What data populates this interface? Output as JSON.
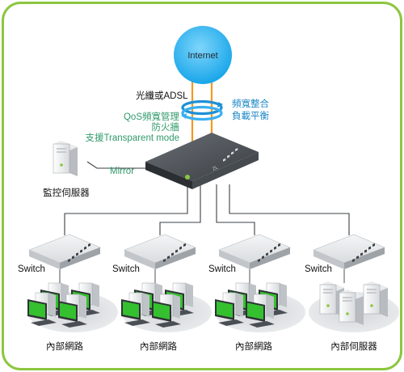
{
  "internet_label": "Internet",
  "link_label": "光纖或ADSL",
  "features": [
    "QoS頻寬管理",
    "防火牆",
    "支援Transparent mode"
  ],
  "balancing": [
    "頻寬整合",
    "負載平衡"
  ],
  "mirror_label": "Mirror",
  "monitor_label": "監控伺服器",
  "switch_label": "Switch",
  "groups": [
    {
      "label": "內部網路"
    },
    {
      "label": "內部網路"
    },
    {
      "label": "內部網路"
    },
    {
      "label": "內部伺服器"
    }
  ],
  "colors": {
    "frame": "#8cc63f",
    "cloud": "#29b6f6",
    "wan_line": "#f39a1e",
    "feature_text": "#2f9a6a",
    "balance_text": "#1a86c6",
    "screen": "#35c02f"
  }
}
